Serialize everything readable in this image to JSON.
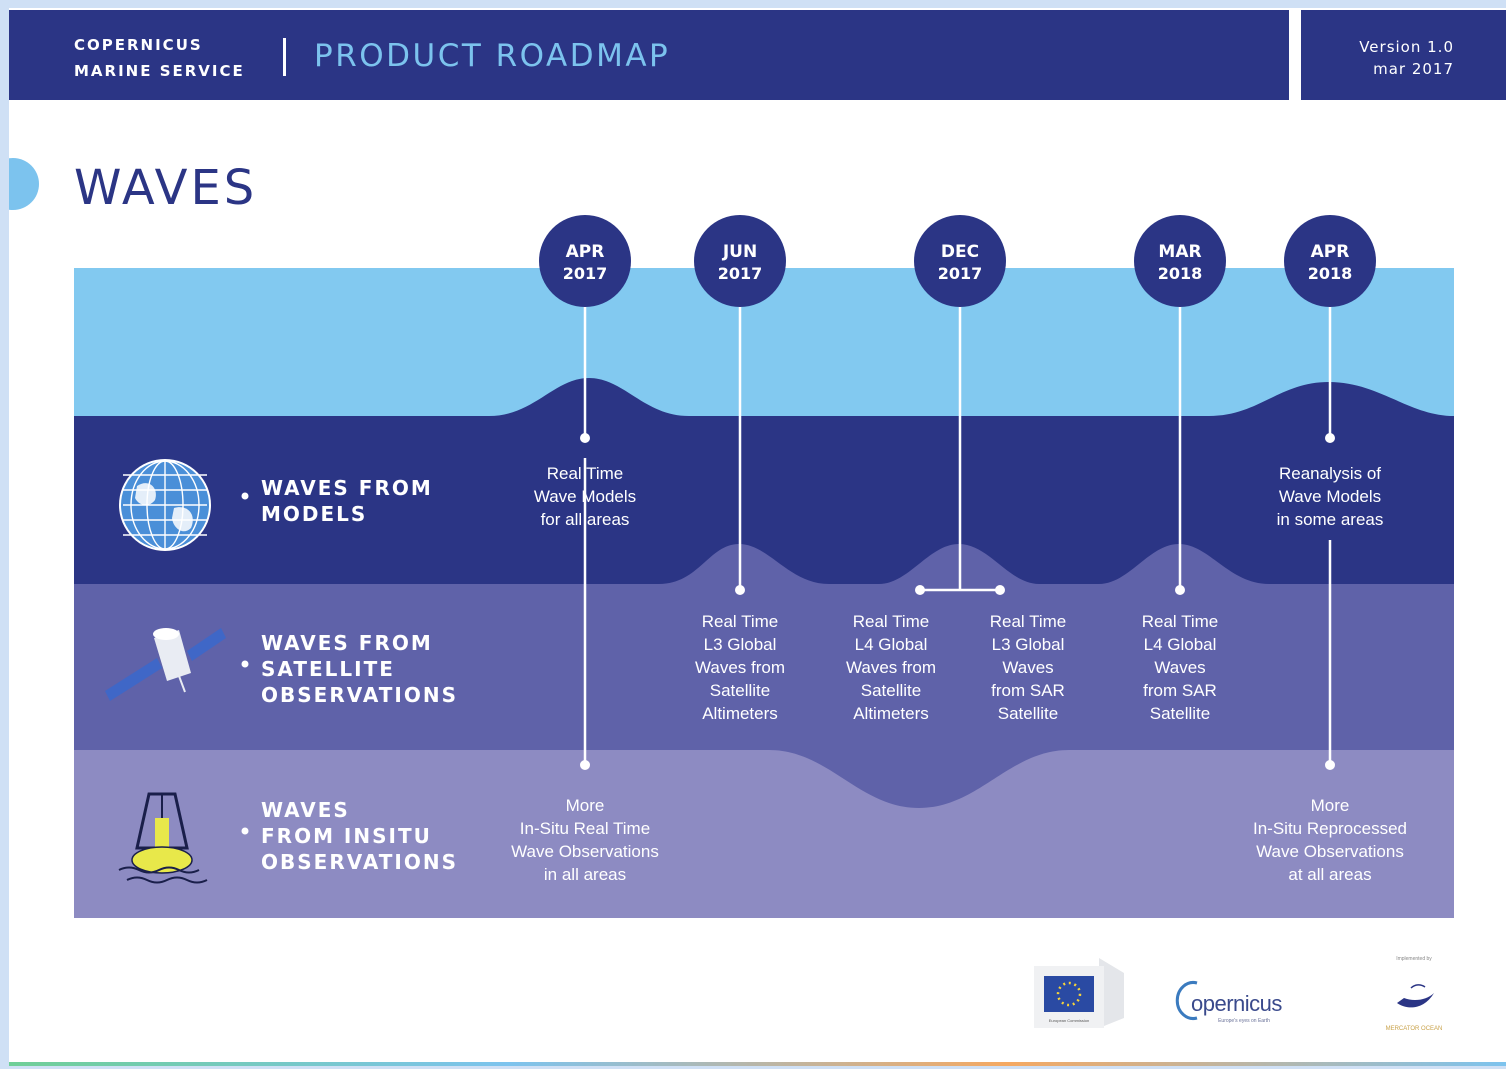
{
  "header": {
    "org_line1": "COPERNICUS",
    "org_line2": "MARINE SERVICE",
    "title": "PRODUCT ROADMAP",
    "version_line1": "Version 1.0",
    "version_line2": "mar 2017"
  },
  "section": {
    "title": "WAVES"
  },
  "categories": [
    {
      "lines": [
        "WAVES FROM",
        "MODELS"
      ],
      "icon": "globe-icon"
    },
    {
      "lines": [
        "WAVES FROM",
        "SATELLITE",
        "OBSERVATIONS"
      ],
      "icon": "satellite-icon"
    },
    {
      "lines": [
        "WAVES",
        "FROM INSITU",
        "OBSERVATIONS"
      ],
      "icon": "buoy-icon"
    }
  ],
  "milestones": [
    {
      "month": "APR",
      "year": "2017"
    },
    {
      "month": "JUN",
      "year": "2017"
    },
    {
      "month": "DEC",
      "year": "2017"
    },
    {
      "month": "MAR",
      "year": "2018"
    },
    {
      "month": "APR",
      "year": "2018"
    }
  ],
  "products": [
    {
      "lines": [
        "Real Time",
        "Wave Models",
        "for all areas"
      ]
    },
    {
      "lines": [
        "Reanalysis of",
        "Wave Models",
        "in some areas"
      ]
    },
    {
      "lines": [
        "Real Time",
        "L3 Global",
        "Waves from",
        "Satellite",
        "Altimeters"
      ]
    },
    {
      "lines": [
        "Real Time",
        "L4 Global",
        "Waves from",
        "Satellite",
        "Altimeters"
      ]
    },
    {
      "lines": [
        "Real Time",
        "L3 Global",
        "Waves",
        "from SAR",
        "Satellite"
      ]
    },
    {
      "lines": [
        "Real Time",
        "L4 Global",
        "Waves",
        "from SAR",
        "Satellite"
      ]
    },
    {
      "lines": [
        "More",
        "In-Situ Real Time",
        "Wave Observations",
        "in all areas"
      ]
    },
    {
      "lines": [
        "More",
        "In-Situ Reprocessed",
        "Wave Observations",
        "at all areas"
      ]
    }
  ],
  "logos": {
    "copernicus": "opernicus",
    "copernicus_tagline": "Europe's eyes on Earth",
    "implemented_by": "Implemented by",
    "eu_caption": "European Commission",
    "mercator_caption": "MERCATOR OCEAN"
  },
  "colors": {
    "header_bg": "#2b3585",
    "band_sky": "#82c9f0",
    "band_models": "#2b3585",
    "band_satellite": "#5f62a9",
    "band_insitu": "#8d8bc2",
    "accent_light_blue": "#7cc3ee"
  }
}
